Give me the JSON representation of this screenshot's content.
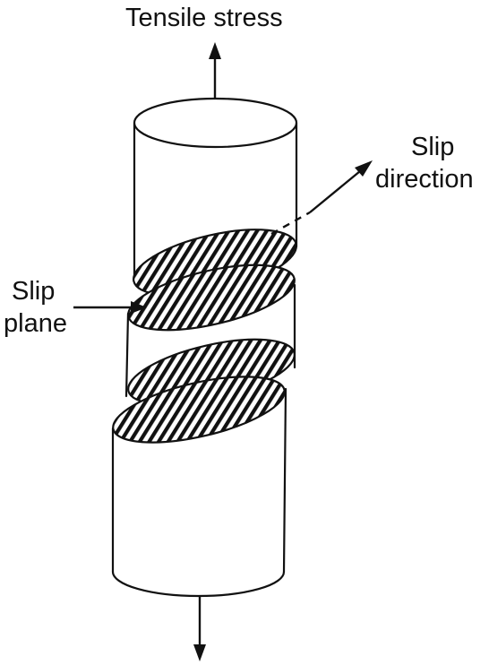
{
  "labels": {
    "tensile_stress": "Tensile stress",
    "slip_direction_line1": "Slip",
    "slip_direction_line2": "direction",
    "slip_plane_line1": "Slip",
    "slip_plane_line2": "plane"
  },
  "colors": {
    "ink": "#111111",
    "background": "#ffffff"
  }
}
